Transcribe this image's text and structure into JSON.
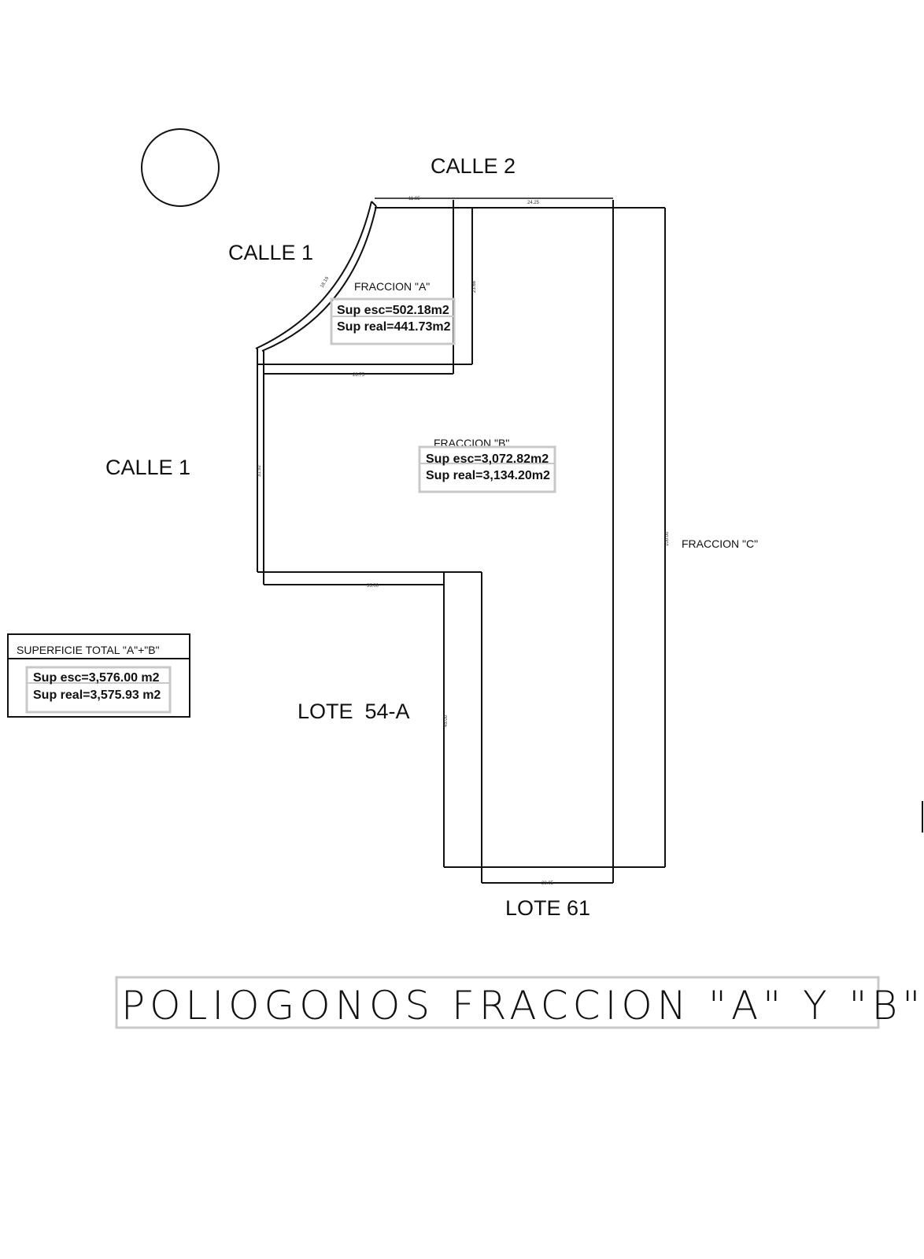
{
  "streets": {
    "calle2": "CALLE 2",
    "calle1_top": "CALLE 1",
    "calle1_left": "CALLE 1",
    "lote54a": "LOTE  54-A",
    "lote61": "LOTE 61"
  },
  "fraccion_a": {
    "label": "FRACCION \"A\"",
    "sup_esc": "Sup esc=502.18m2",
    "sup_real": "Sup real=441.73m2"
  },
  "fraccion_b": {
    "label": "FRACCION \"B\"",
    "sup_esc": "Sup esc=3,072.82m2",
    "sup_real": "Sup real=3,134.20m2"
  },
  "fraccion_c": {
    "label": "FRACCION \"C\""
  },
  "total": {
    "label": "SUPERFICIE TOTAL \"A\"+\"B\"",
    "sup_esc": "Sup esc=3,576.00 m2",
    "sup_real": "Sup real=3,575.93 m2"
  },
  "dimensions": {
    "top_a": "11.65",
    "top_b": "24.25",
    "arc": "18.19",
    "vert_a": "23.68",
    "mid_a": "28.75",
    "left_b": "31.92",
    "right_c": "100.00",
    "step_b": "33.00",
    "lower_b": "45.00",
    "bottom": "28.05"
  },
  "title": "POLIOGONOS FRACCION \"A\" Y \"B\""
}
